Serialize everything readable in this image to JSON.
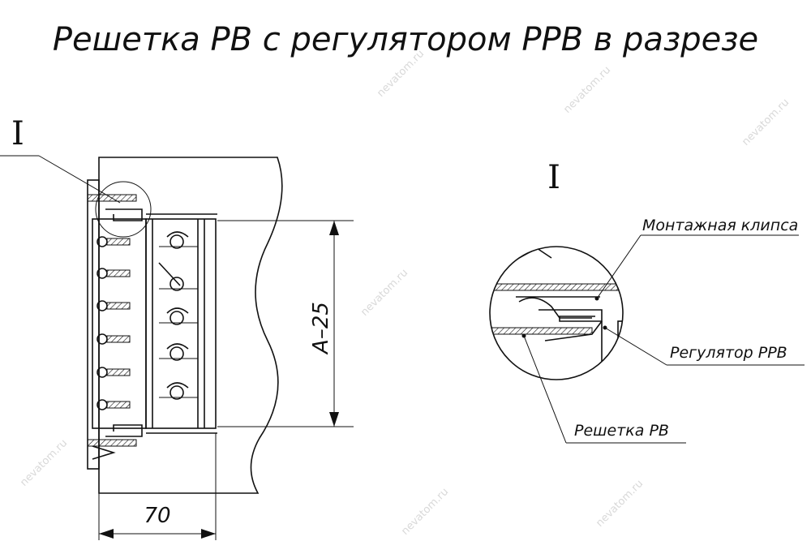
{
  "title": "Решетка РВ с регулятором РРВ  в разрезе",
  "section_mark": "I",
  "detail_mark": "I",
  "dimensions": {
    "height": "А–25",
    "depth": "70"
  },
  "callouts": {
    "clip": "Монтажная клипса",
    "regulator": "Регулятор РРВ",
    "grille": "Решетка РВ"
  },
  "watermark": "nevatom.ru"
}
